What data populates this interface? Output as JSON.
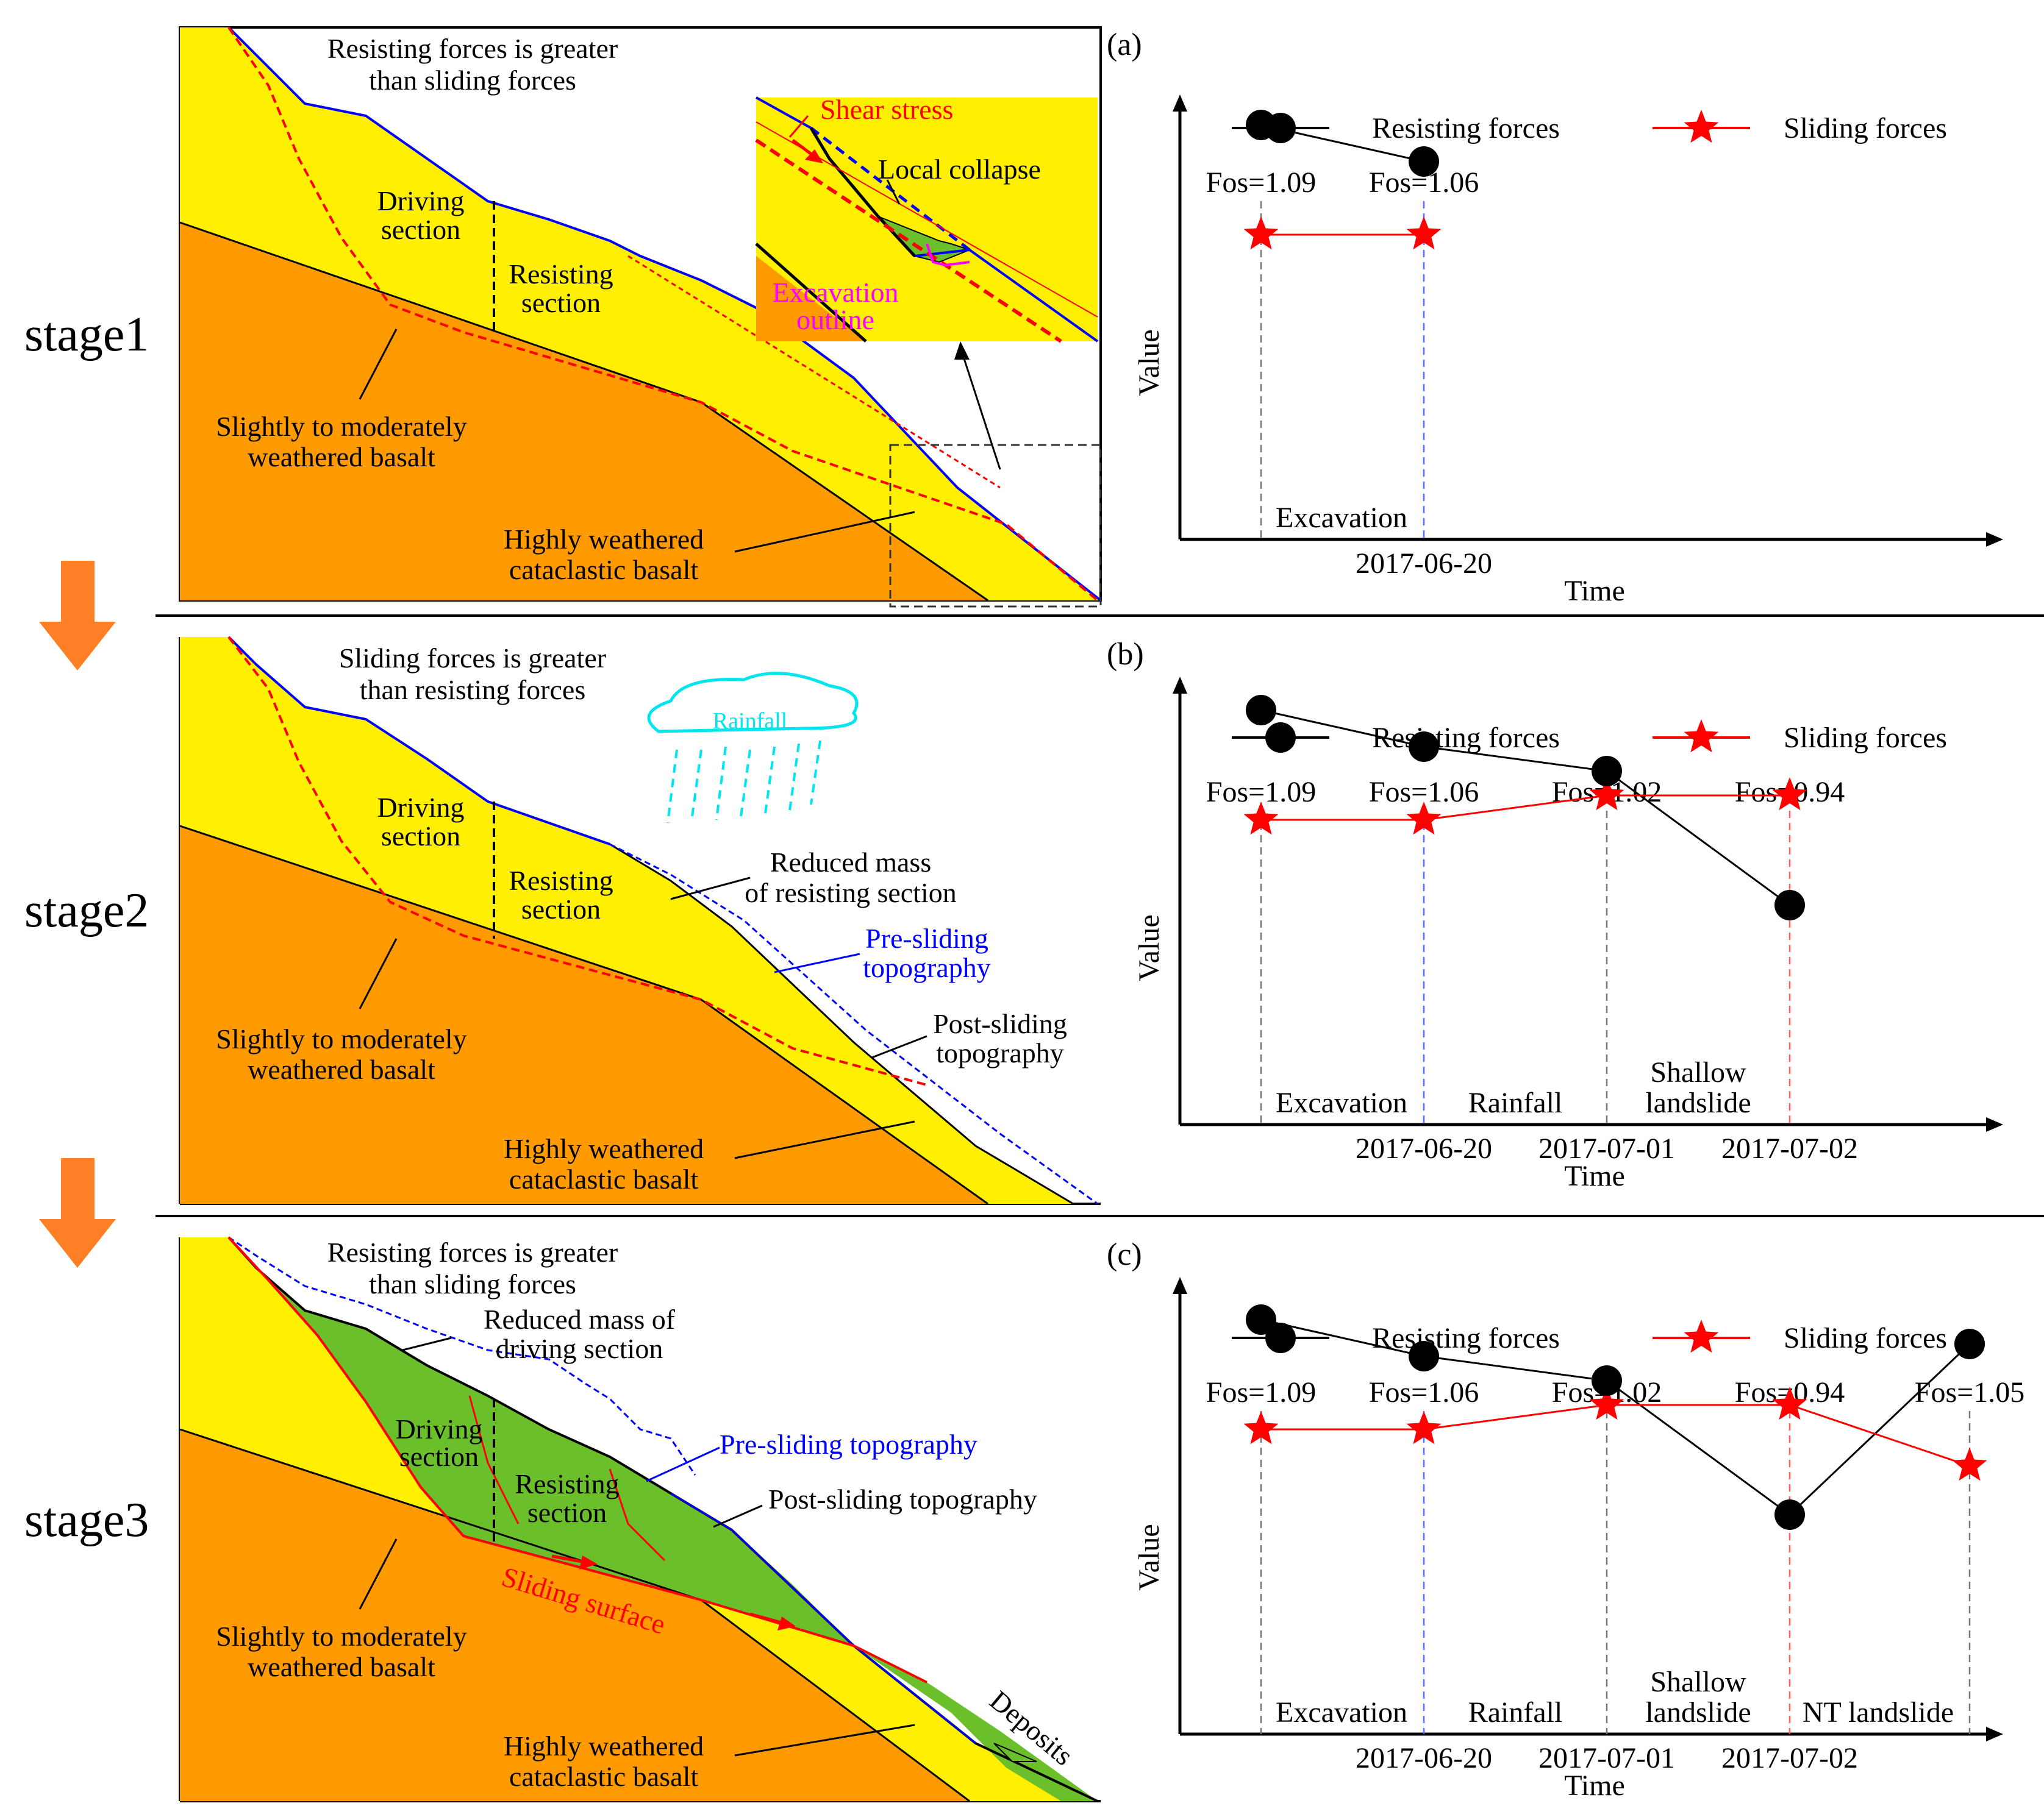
{
  "stages": [
    {
      "stage_label": "stage1",
      "title_lines": [
        "Resisting forces is greater",
        "than sliding forces"
      ],
      "labels": {
        "driving": [
          "Driving",
          "section"
        ],
        "resisting": [
          "Resisting",
          "section"
        ],
        "bedrock": [
          "Slightly to moderately",
          "weathered basalt"
        ],
        "weathered": [
          "Highly weathered",
          "cataclastic basalt"
        ]
      },
      "inset": {
        "shear_stress": "Shear stress",
        "local_collapse": "Local collapse",
        "excavation_outline": [
          "Excavation",
          "outline"
        ]
      }
    },
    {
      "stage_label": "stage2",
      "title_lines": [
        "Sliding forces is greater",
        "than resisting forces"
      ],
      "labels": {
        "driving": [
          "Driving",
          "section"
        ],
        "resisting": [
          "Resisting",
          "section"
        ],
        "bedrock": [
          "Slightly to moderately",
          "weathered basalt"
        ],
        "weathered": [
          "Highly weathered",
          "cataclastic basalt"
        ]
      },
      "rainfall": "Rainfall",
      "reduced_mass": [
        "Reduced mass",
        "of resisting section"
      ],
      "pre_sliding": [
        "Pre-sliding",
        "topography"
      ],
      "post_sliding": [
        "Post-sliding",
        "topography"
      ]
    },
    {
      "stage_label": "stage3",
      "title_lines": [
        "Resisting forces is greater",
        "than sliding forces"
      ],
      "labels": {
        "driving": [
          "Driving",
          "section"
        ],
        "resisting": [
          "Resisting",
          "section"
        ],
        "bedrock": [
          "Slightly to moderately",
          "weathered basalt"
        ],
        "weathered": [
          "Highly weathered",
          "cataclastic basalt"
        ]
      },
      "reduced_mass": [
        "Reduced mass of",
        "driving section"
      ],
      "pre_sliding": "Pre-sliding topography",
      "post_sliding": "Post-sliding topography",
      "sliding_surface": "Sliding surface",
      "deposits": "Deposits"
    }
  ],
  "colors": {
    "driving_yellow": "#ffef00",
    "bedrock_orange": "#ff9a00",
    "landslide_green": "#6abf2a",
    "sliding_red": "#ff0000",
    "topography_blue": "#0000ff",
    "rain_cyan": "#00e5ee",
    "excavation_magenta": "#ff00ff",
    "stage_arrow": "#ff7f27"
  },
  "chart_data": [
    {
      "type": "line",
      "panel_label": "(a)",
      "xlabel": "Time",
      "ylabel": "Value",
      "x_ticks": [
        "",
        "2017-06-20"
      ],
      "fos_labels": [
        "Fos=1.09",
        "Fos=1.06"
      ],
      "phases": [
        "Excavation"
      ],
      "series": [
        {
          "name": "Resisting forces",
          "marker": "circle",
          "color": "#000000",
          "values": [
            1.09,
            1.06
          ]
        },
        {
          "name": "Sliding forces",
          "marker": "star",
          "color": "#ff0000",
          "values": [
            1.0,
            1.0
          ]
        }
      ],
      "ylim": [
        0.75,
        1.2
      ]
    },
    {
      "type": "line",
      "panel_label": "(b)",
      "xlabel": "Time",
      "ylabel": "Value",
      "x_ticks": [
        "",
        "2017-06-20",
        "2017-07-01",
        "2017-07-02"
      ],
      "fos_labels": [
        "Fos=1.09",
        "Fos=1.06",
        "Fos=1.02",
        "Fos=0.94"
      ],
      "phases": [
        "Excavation",
        "Rainfall",
        "Shallow landslide"
      ],
      "series": [
        {
          "name": "Resisting forces",
          "marker": "circle",
          "color": "#000000",
          "values": [
            1.09,
            1.06,
            1.04,
            0.93
          ]
        },
        {
          "name": "Sliding forces",
          "marker": "star",
          "color": "#ff0000",
          "values": [
            1.0,
            1.0,
            1.02,
            1.02
          ]
        }
      ],
      "ylim": [
        0.75,
        1.2
      ]
    },
    {
      "type": "line",
      "panel_label": "(c)",
      "xlabel": "Time",
      "ylabel": "Value",
      "x_ticks": [
        "",
        "2017-06-20",
        "2017-07-01",
        "2017-07-02",
        ""
      ],
      "fos_labels": [
        "Fos=1.09",
        "Fos=1.06",
        "Fos=1.02",
        "Fos=0.94",
        "Fos=1.05"
      ],
      "phases": [
        "Excavation",
        "Rainfall",
        "Shallow landslide",
        "NT landslide"
      ],
      "series": [
        {
          "name": "Resisting forces",
          "marker": "circle",
          "color": "#000000",
          "values": [
            1.09,
            1.06,
            1.04,
            0.93,
            1.07
          ]
        },
        {
          "name": "Sliding forces",
          "marker": "star",
          "color": "#ff0000",
          "values": [
            1.0,
            1.0,
            1.02,
            1.02,
            0.97
          ]
        }
      ],
      "ylim": [
        0.75,
        1.2
      ]
    }
  ]
}
